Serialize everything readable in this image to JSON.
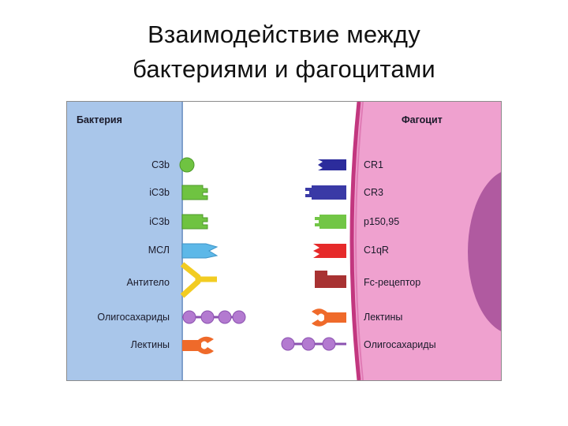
{
  "title": {
    "line1": "Взаимодействие между",
    "line2": "бактериями и фагоцитами"
  },
  "bacteria": {
    "header": "Бактерия",
    "labels": [
      "C3b",
      "iC3b",
      "iC3b",
      "МСЛ",
      "Антитело",
      "Олигосахариды",
      "Лектины"
    ]
  },
  "phagocyte": {
    "header": "Фагоцит",
    "labels": [
      "CR1",
      "CR3",
      "p150,95",
      "C1qR",
      "Fc-рецептор",
      "Лектины",
      "Олигосахариды"
    ]
  },
  "colors": {
    "bacteria_bg": "#a9c6ea",
    "phagocyte_bg": "#efa1cf",
    "nucleus": "#b05aa0",
    "membrane": "#c2377f",
    "c3b": "#6fc341",
    "cr1": "#2c2c9c",
    "cr3": "#3a3aa6",
    "p150": "#72c646",
    "msl": "#5db8e8",
    "c1qr": "#e62a2a",
    "antibody": "#f2cc22",
    "fc_receptor": "#a83232",
    "oligosaccharide": "#b37ad0",
    "lectin": "#ef6a2a"
  }
}
